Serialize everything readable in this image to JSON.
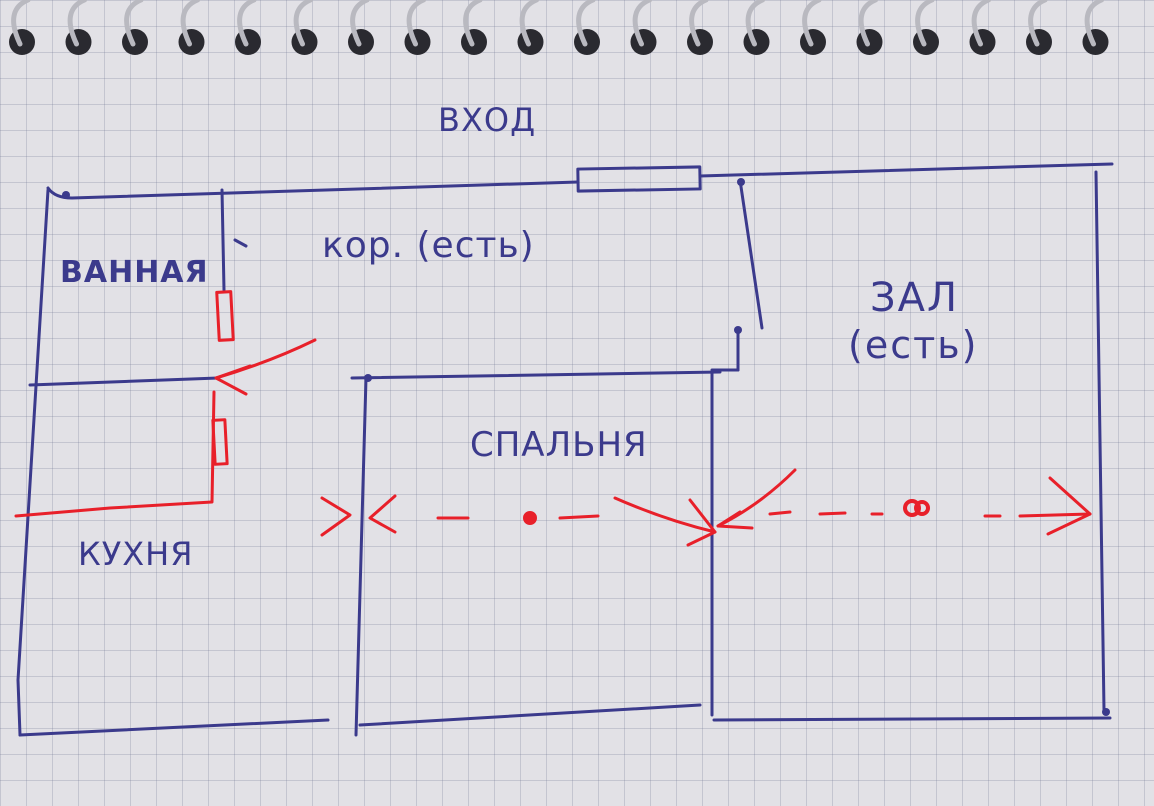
{
  "rooms": {
    "entrance": "ВХОД",
    "bathroom": "ВАННАЯ",
    "corridor": "кор. (есть)",
    "hall": "ЗАЛ",
    "hall_note": "(есть)",
    "bedroom": "СПАЛЬНЯ",
    "kitchen": "КУХНЯ"
  },
  "colors": {
    "ink": "#3b3a8c",
    "marker": "#e8202a",
    "paper": "#e2e1e6"
  }
}
